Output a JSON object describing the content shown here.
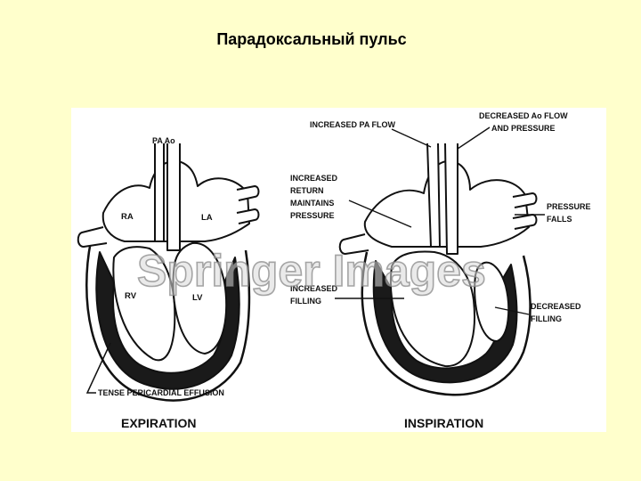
{
  "slide": {
    "title": "Парадоксальный пульс",
    "background_color": "#ffffcc"
  },
  "figure": {
    "watermark": "Springer Images",
    "expiration": {
      "caption": "EXPIRATION",
      "labels": {
        "pa_ao": "PA Ao",
        "ra": "RA",
        "la": "LA",
        "rv": "RV",
        "lv": "LV",
        "effusion": "TENSE PERICARDIAL EFFUSION"
      }
    },
    "inspiration": {
      "caption": "INSPIRATION",
      "labels": {
        "increased_pa_flow": "INCREASED PA FLOW",
        "decreased_ao_flow_1": "DECREASED Ao FLOW",
        "decreased_ao_flow_2": "AND PRESSURE",
        "increased_return_1": "INCREASED",
        "increased_return_2": "RETURN",
        "increased_return_3": "MAINTAINS",
        "increased_return_4": "PRESSURE",
        "pressure_falls_1": "PRESSURE",
        "pressure_falls_2": "FALLS",
        "increased_filling_1": "INCREASED",
        "increased_filling_2": "FILLING",
        "decreased_filling_1": "DECREASED",
        "decreased_filling_2": "FILLING"
      }
    }
  }
}
